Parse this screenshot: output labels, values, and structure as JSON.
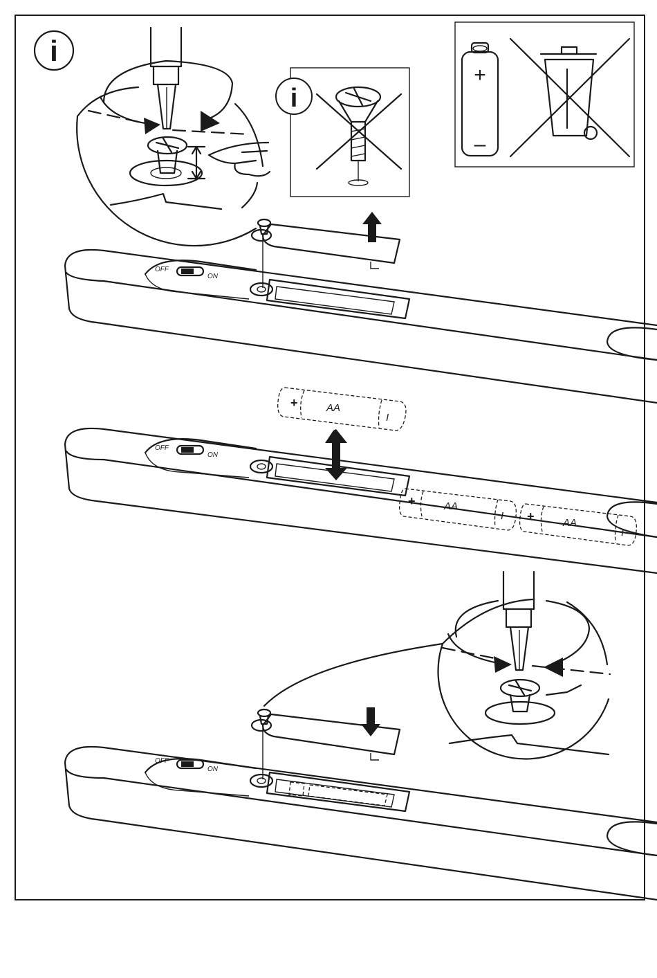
{
  "icons": {
    "info": "i"
  },
  "switch": {
    "off_label": "OFF",
    "on_label": "ON"
  },
  "battery": {
    "plus": "+",
    "minus": "–",
    "type": "AA",
    "minus_mark": "I"
  },
  "colors": {
    "ink": "#1a1a1a",
    "paper": "#ffffff"
  }
}
